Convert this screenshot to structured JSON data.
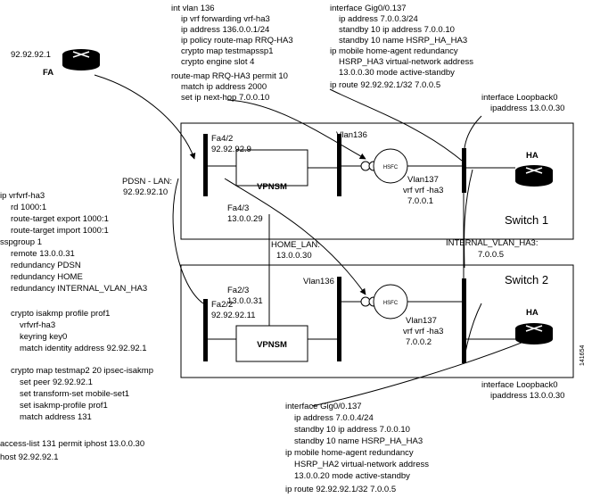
{
  "fa": {
    "ip": "92.92.92.1",
    "label": "FA"
  },
  "config_vlan136": [
    "int vlan 136",
    "ip vrf forwarding vrf-ha3",
    "ip address 136.0.0.1/24",
    "ip policy route-map RRQ-HA3",
    "crypto map testmapssp1",
    "crypto engine slot 4",
    "route-map RRQ-HA3 permit 10",
    "match ip address 2000",
    "set ip next-hop 7.0.0.10"
  ],
  "config_gig_top": [
    "interface Gig0/0.137",
    "ip address 7.0.0.3/24",
    "standby 10 ip address 7.0.0.10",
    "standby 10 name HSRP_HA_HA3",
    "ip mobile home-agent redundancy",
    "HSRP_HA3 virtual-network address",
    "13.0.0.30 mode active-standby",
    "ip route 92.92.92.1/32 7.0.0.5"
  ],
  "loopback_top": [
    "interface Loopback0",
    "ipaddress 13.0.0.30"
  ],
  "config_left": [
    "ip vrfvrf-ha3",
    "rd 1000:1",
    "route-target export 1000:1",
    "route-target import 1000:1",
    "sspgroup 1",
    "remote 13.0.0.31",
    "redundancy PDSN",
    "redundancy HOME",
    "redundancy INTERNAL_VLAN_HA3",
    "crypto isakmp profile prof1",
    "vrfvrf-ha3",
    "keyring key0",
    "match identity address 92.92.92.1",
    "crypto map testmap2 20 ipsec-isakmp",
    "set peer 92.92.92.1",
    "set transform-set mobile-set1",
    "set isakmp-profile prof1",
    "match address 131",
    "access-list 131 permit iphost 13.0.0.30",
    "host 92.92.92.1"
  ],
  "config_gig_bottom": [
    "interface Gig0/0.137",
    "ip address 7.0.0.4/24",
    "standby 10 ip address 7.0.0.10",
    "standby 10 name HSRP_HA_HA3",
    "ip mobile home-agent redundancy",
    "HSRP_HA2 virtual-network address",
    "13.0.0.20 mode active-standby",
    "ip route 92.92.92.1/32 7.0.0.5"
  ],
  "loopback_bottom": [
    "interface Loopback0",
    "ipaddress 13.0.0.30"
  ],
  "switch1": {
    "name": "Switch 1",
    "fa42": [
      "Fa4/2",
      "92.92.92.9"
    ],
    "fa43": [
      "Fa4/3",
      "13.0.0.29"
    ],
    "vpnsm": "VPNSM",
    "vlan136": "Vlan136",
    "hsfc": "HSFC",
    "vlan137": [
      "Vlan137",
      "vrf   vrf  -ha3",
      "7.0.0.1"
    ],
    "ha": "HA"
  },
  "switch2": {
    "name": "Switch 2",
    "fa23": [
      "Fa2/3",
      "13.0.0.31"
    ],
    "fa22": [
      "Fa2/2",
      "92.92.92.11"
    ],
    "vpnsm": "VPNSM",
    "vlan136": "Vlan136",
    "hsfc": "HSFC",
    "vlan137": [
      "Vlan137",
      "vrf   vrf  -ha3",
      "7.0.0.2"
    ],
    "ha": "HA"
  },
  "pdsn_lan": [
    "PDSN - LAN:",
    "92.92.92.10"
  ],
  "home_lan": [
    "HOME_LAN:",
    "13.0.0.30"
  ],
  "internal_vlan": [
    "INTERNAL_VLAN_HA3:",
    "7.0.0.5"
  ],
  "figure_id": "141654"
}
